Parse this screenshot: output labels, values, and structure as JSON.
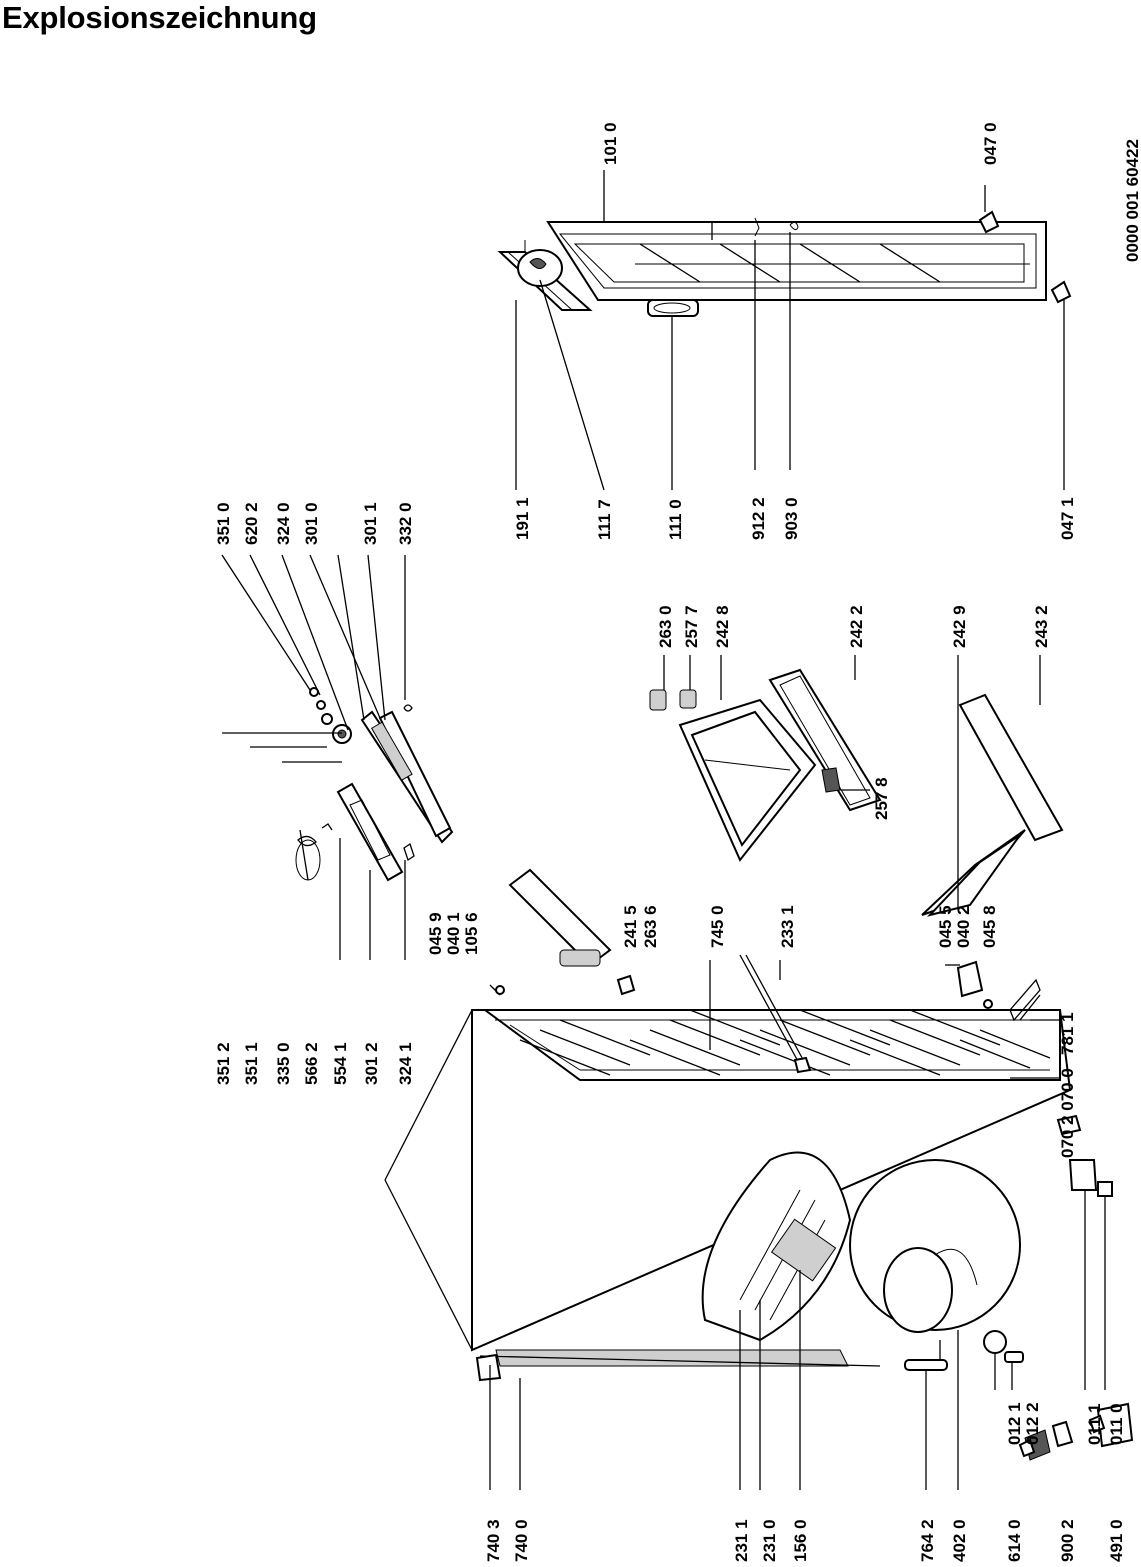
{
  "title": "Explosionszeichnung",
  "doc_number": "0000 001 60422",
  "labels": {
    "l1010": "101 0",
    "l0470": "047 0",
    "l0471": "047 1",
    "l1911": "191 1",
    "l1117": "111 7",
    "l1110": "111 0",
    "l9122": "912 2",
    "l9030": "903 0",
    "l3510": "351 0",
    "l6202": "620 2",
    "l3240": "324 0",
    "l3010": "301 0",
    "l3011": "301 1",
    "l3320": "332 0",
    "l2630": "263 0",
    "l2577": "257 7",
    "l2428": "242 8",
    "l2422": "242 2",
    "l2429": "242 9",
    "l2432": "243 2",
    "l2578": "257 8",
    "l3512": "351 2",
    "l3511": "351 1",
    "l3350": "335 0",
    "l5662": "566 2",
    "l5541": "554 1",
    "l3012": "301 2",
    "l3241": "324 1",
    "l0459": "045 9",
    "l0401": "040 1",
    "l1056": "105 6",
    "l2415": "241 5",
    "l2636": "263 6",
    "l7450": "745 0",
    "l2331": "233 1",
    "l0455": "045 5",
    "l0402": "040 2",
    "l0458": "045 8",
    "l7811": "781 1",
    "l0700_0702": "070 2 070 0",
    "l0111": "011 1",
    "l0110": "011 0",
    "l0121": "012 1",
    "l0122": "012 2",
    "l7403": "740 3",
    "l7400": "740 0",
    "l2311": "231 1",
    "l2310": "231 0",
    "l1560": "156 0",
    "l7642": "764 2",
    "l4020": "402 0",
    "l6140": "614 0",
    "l9002": "900 2",
    "l4910": "491 0"
  }
}
